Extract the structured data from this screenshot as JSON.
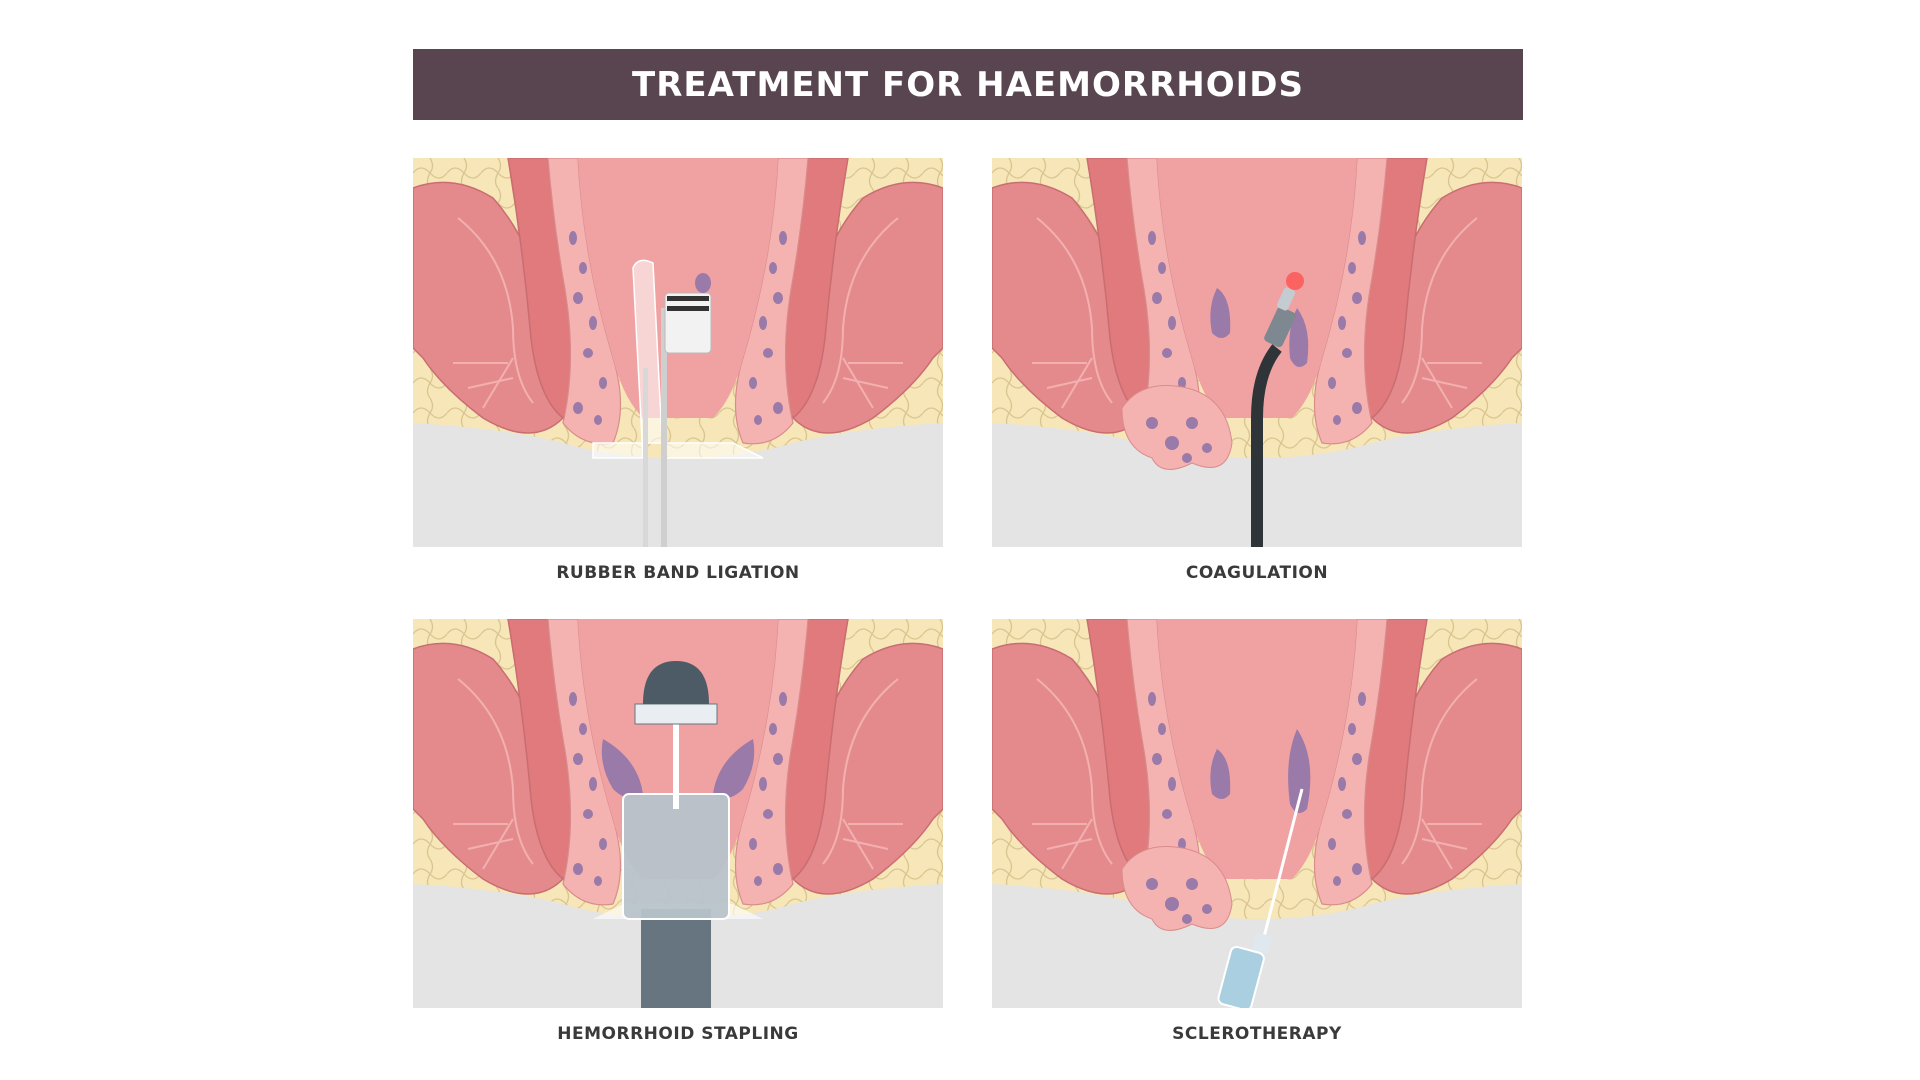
{
  "title": "TREATMENT FOR HAEMORRHOIDS",
  "panels": [
    {
      "caption": "RUBBER BAND LIGATION",
      "tool": "band-ligator-icon"
    },
    {
      "caption": "COAGULATION",
      "tool": "coagulation-probe-icon"
    },
    {
      "caption": "HEMORRHOID STAPLING",
      "tool": "stapler-icon"
    },
    {
      "caption": "SCLEROTHERAPY",
      "tool": "syringe-icon"
    }
  ],
  "colors": {
    "title_bar": "#584550",
    "fat": "#f6e6b8",
    "muscle_outer": "#e58a8c",
    "muscle_inner": "#e07a7c",
    "mucosa": "#f4b3b1",
    "canal": "#f0a2a2",
    "hemorrhoid": "#9a7aa8",
    "floor": "#e4e4e4"
  }
}
